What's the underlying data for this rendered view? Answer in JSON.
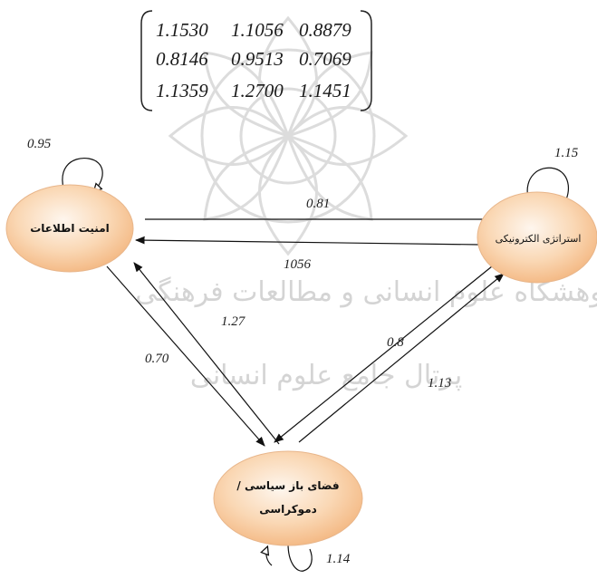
{
  "matrix": {
    "rows": [
      [
        "1.1530",
        "1.1056",
        "0.8879"
      ],
      [
        "0.8146",
        "0.9513",
        "0.7069"
      ],
      [
        "1.1359",
        "1.2700",
        "1.1451"
      ]
    ]
  },
  "nodes": {
    "security": {
      "label": "امنیت اطلاعات"
    },
    "strategy": {
      "label": "استراتژی الکترونیکی"
    },
    "space": {
      "label_line1": "فضای باز سیاسی /",
      "label_line2": "دموکراسی"
    }
  },
  "edges": {
    "self_security": "0.95",
    "self_strategy": "1.15",
    "self_space": "1.14",
    "security_to_strategy": "0.81",
    "strategy_to_security": "1056",
    "space_to_security": "1.27",
    "security_to_space": "0.70",
    "space_to_strategy": "0.8",
    "strategy_to_space": "1.13"
  },
  "watermark": {
    "line1": "پژوهشگاه علوم انسانی و مطالعات فرهنگی",
    "line2": "پرتال جامع علوم انسانی"
  },
  "colors": {
    "node_fill_light": "#fdf0e6",
    "node_fill_dark": "#f6c28f",
    "node_stroke": "#e3a877",
    "watermark": "#d9d9d9"
  }
}
